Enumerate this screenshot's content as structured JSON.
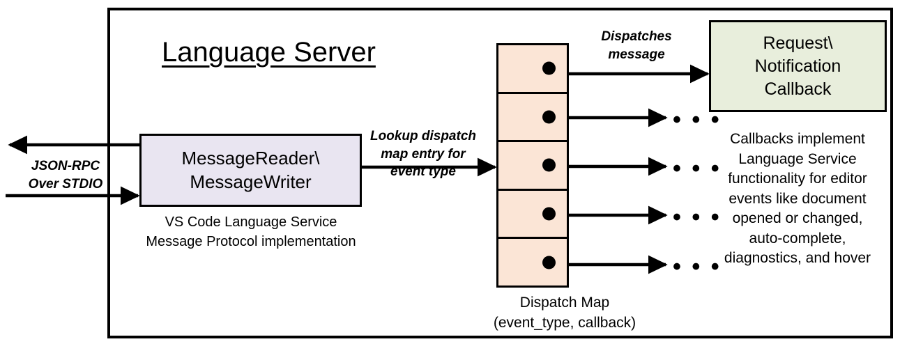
{
  "diagram": {
    "title": "Language Server",
    "frame_label": "language-server-boundary",
    "colors": {
      "message_box_fill": "#E9E5F1",
      "dispatch_map_fill": "#FBE5D6",
      "callback_box_fill": "#E8EEDC",
      "stroke": "#000000",
      "background": "#FFFFFF"
    }
  },
  "nodes": {
    "message_reader": {
      "line1": "MessageReader\\",
      "line2": "MessageWriter",
      "caption_line1": "VS Code Language Service",
      "caption_line2": "Message Protocol implementation"
    },
    "dispatch_map": {
      "caption_line1": "Dispatch Map",
      "caption_line2": "(event_type, callback)",
      "row_count": 5,
      "rows": [
        {
          "dot": "filled-dot",
          "arrow_target": "callback-box"
        },
        {
          "dot": "filled-dot",
          "arrow_target": "ellipsis"
        },
        {
          "dot": "filled-dot",
          "arrow_target": "ellipsis"
        },
        {
          "dot": "filled-dot",
          "arrow_target": "ellipsis"
        },
        {
          "dot": "filled-dot",
          "arrow_target": "ellipsis"
        }
      ]
    },
    "callback": {
      "line1": "Request\\",
      "line2": "Notification",
      "line3": "Callback",
      "caption_line1": "Callbacks implement",
      "caption_line2": "Language Service",
      "caption_line3": "functionality for editor",
      "caption_line4": "events like document",
      "caption_line5": "opened or changed,",
      "caption_line6": "auto-complete,",
      "caption_line7": "diagnostics, and hover"
    }
  },
  "edges": {
    "jsonrpc": {
      "line1": "JSON-RPC",
      "line2": "Over STDIO"
    },
    "lookup": {
      "line1": "Lookup dispatch",
      "line2": "map entry for",
      "line3": "event type"
    },
    "dispatches": {
      "line1": "Dispatches",
      "line2": "message"
    },
    "ellipsis_glyph": "• • •"
  }
}
